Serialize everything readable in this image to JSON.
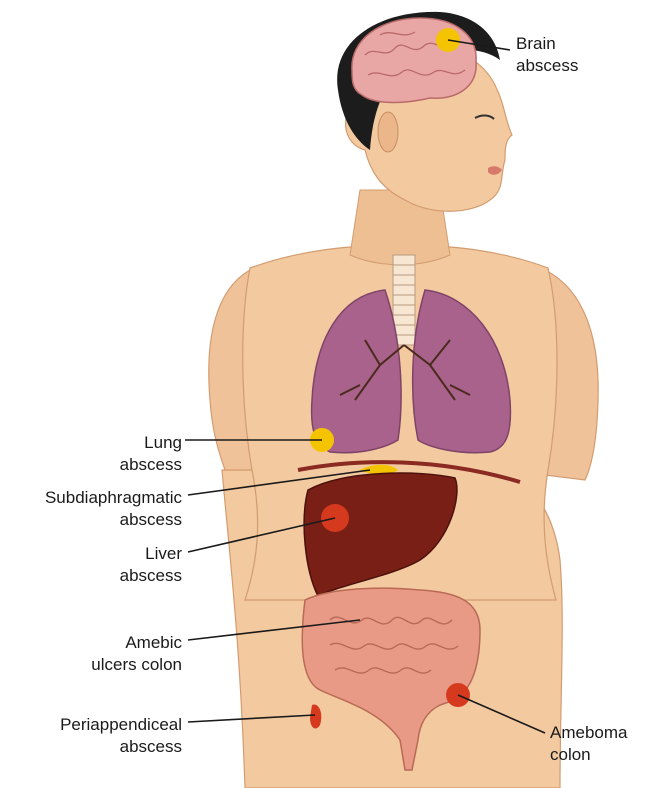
{
  "labels": {
    "brain": [
      "Brain",
      "abscess"
    ],
    "lung": [
      "Lung",
      "abscess"
    ],
    "subdiaphragmatic": [
      "Subdiaphragmatic",
      "abscess"
    ],
    "liver": [
      "Liver",
      "abscess"
    ],
    "amebic": [
      "Amebic",
      "ulcers colon"
    ],
    "periappendiceal": [
      "Periappendiceal",
      "abscess"
    ],
    "ameboma": [
      "Ameboma",
      "colon"
    ]
  },
  "colors": {
    "skin": "#f3c9a0",
    "skin_shade": "#e2a877",
    "hair": "#1c1c1c",
    "brain": "#e8a6a4",
    "lung": "#a9628c",
    "liver": "#7a1f16",
    "colon": "#e99a86",
    "abscess": "#f5c400",
    "lesion": "#d63a1e",
    "leader": "#1a1a1a"
  }
}
